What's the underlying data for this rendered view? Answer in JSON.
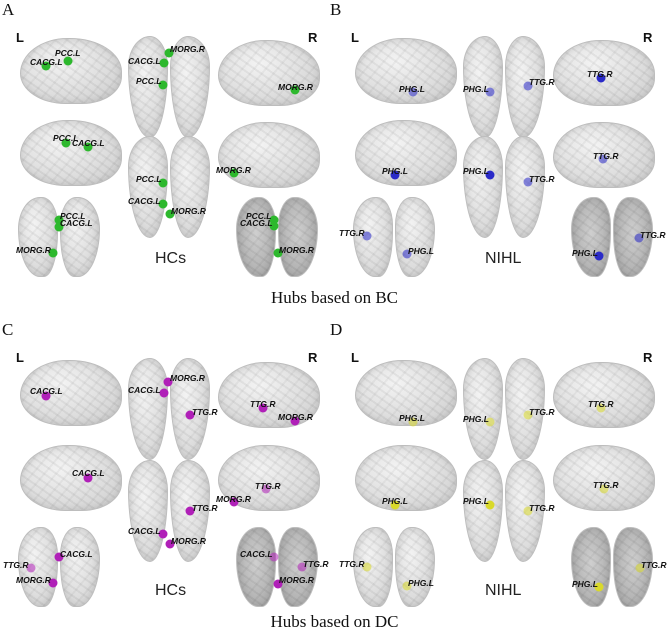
{
  "colors": {
    "A": "#2db82d",
    "B": "#2a2ac8",
    "C": "#b020b8",
    "D": "#d9d92a"
  },
  "panels": {
    "A": {
      "letter": "A",
      "group": "HCs",
      "hemi_left": "L",
      "hemi_right": "R",
      "nodes": [
        "PCC.L",
        "CACG.L",
        "MORG.R"
      ]
    },
    "B": {
      "letter": "B",
      "group": "NIHL",
      "hemi_left": "L",
      "hemi_right": "R",
      "nodes": [
        "PHG.L",
        "TTG.R"
      ]
    },
    "C": {
      "letter": "C",
      "group": "HCs",
      "hemi_left": "L",
      "hemi_right": "R",
      "nodes": [
        "CACG.L",
        "MORG.R",
        "TTG.R"
      ]
    },
    "D": {
      "letter": "D",
      "group": "NIHL",
      "hemi_left": "L",
      "hemi_right": "R",
      "nodes": [
        "PHG.L",
        "TTG.R"
      ]
    }
  },
  "captions": {
    "top": "Hubs based on BC",
    "bottom": "Hubs based on DC"
  }
}
